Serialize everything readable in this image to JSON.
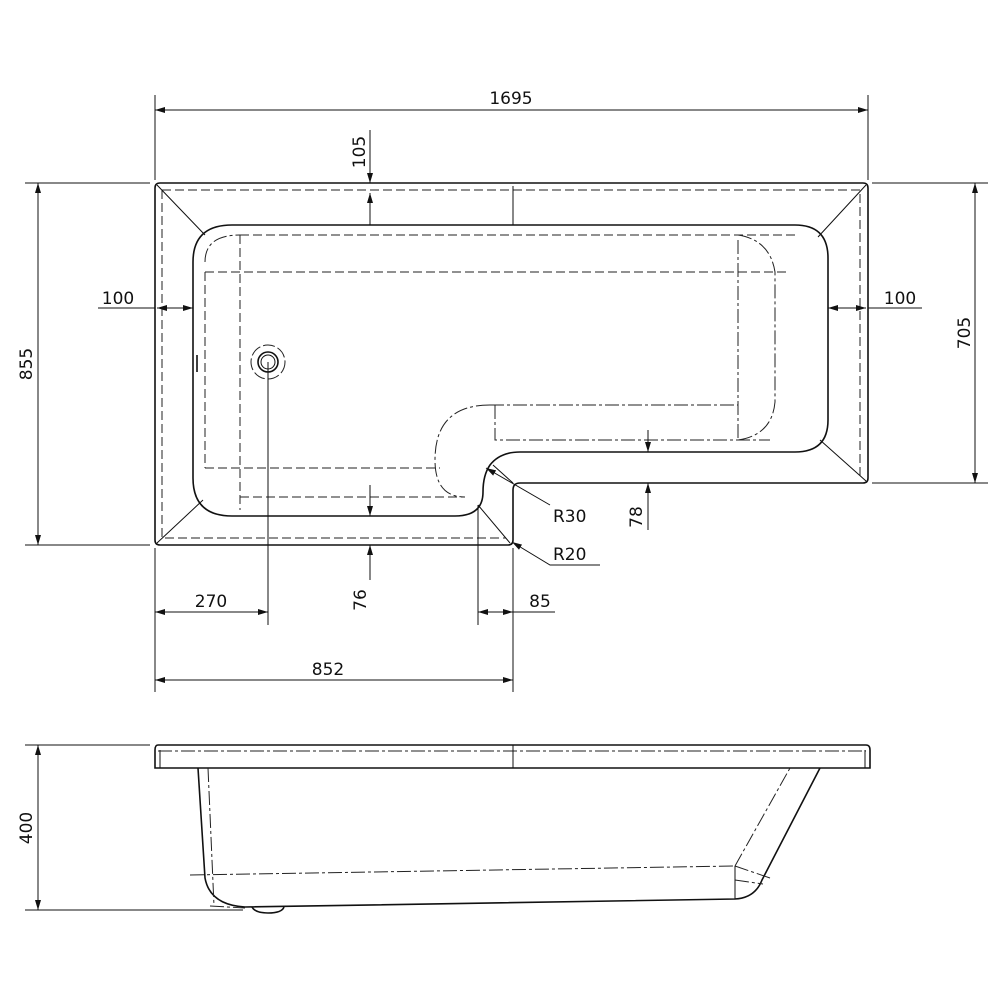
{
  "plan_view": {
    "overall_length": "1695",
    "overall_width": "855",
    "narrow_width": "705",
    "rim_back": "105",
    "rim_left": "100",
    "rim_right": "100",
    "rim_front": "76",
    "rim_front_narrow": "78",
    "waste_offset": "270",
    "step_rim": "85",
    "wide_section_length": "852",
    "radius_inner": "R30",
    "radius_outer": "R20"
  },
  "side_view": {
    "height": "400"
  },
  "colors": {
    "line": "#111111",
    "background": "#ffffff"
  }
}
